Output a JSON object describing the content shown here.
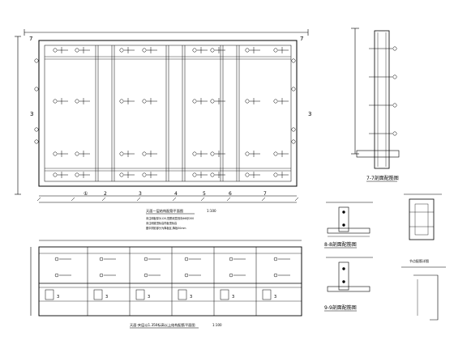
{
  "drawing": {
    "plan": {
      "caption": "天面一层结构配筋平面图",
      "scale": "1:100",
      "axis_top_left": "7",
      "axis_top_right": "7",
      "axis_left": "3",
      "axis_right": "3",
      "grid_bottom": [
        "①",
        "2",
        "3",
        "4",
        "5",
        "6",
        "7"
      ],
      "notes": [
        "未注明板厚为120,配筋双层双向Φ8@200",
        "未注明梁顶标高同板顶标高",
        "图中阴影部分为降板区,降板50mm"
      ]
    },
    "section_7": {
      "caption": "7-7剖面配筋图"
    },
    "section_8": {
      "caption": "8-8剖面配筋图"
    },
    "section_9": {
      "caption": "9-9剖面配筋图"
    },
    "detail_right": {
      "caption": "节点配筋详图"
    },
    "elevation": {
      "caption": "天面-夹层以1.350标高以上结构配筋平面图",
      "scale": "1:100",
      "bay_marks": [
        "3",
        "3",
        "3",
        "3",
        "3",
        "3"
      ]
    }
  }
}
